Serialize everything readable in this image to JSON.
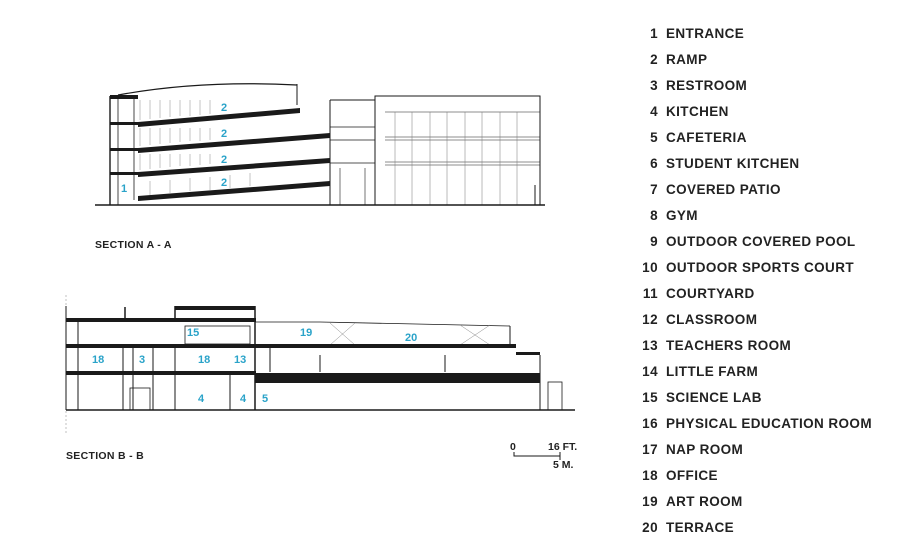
{
  "section_a": {
    "label": "SECTION A - A",
    "tags": [
      "2",
      "2",
      "2",
      "2",
      "1"
    ]
  },
  "section_b": {
    "label": "SECTION B - B",
    "tags": [
      "15",
      "19",
      "20",
      "18",
      "3",
      "18",
      "13",
      "4",
      "4",
      "5"
    ]
  },
  "scale": {
    "zero": "0",
    "feet": "16 FT.",
    "meters": "5 M."
  },
  "legend": [
    {
      "num": "1",
      "label": "ENTRANCE"
    },
    {
      "num": "2",
      "label": "RAMP"
    },
    {
      "num": "3",
      "label": "RESTROOM"
    },
    {
      "num": "4",
      "label": "KITCHEN"
    },
    {
      "num": "5",
      "label": "CAFETERIA"
    },
    {
      "num": "6",
      "label": "STUDENT KITCHEN"
    },
    {
      "num": "7",
      "label": "COVERED PATIO"
    },
    {
      "num": "8",
      "label": "GYM"
    },
    {
      "num": "9",
      "label": "OUTDOOR COVERED POOL"
    },
    {
      "num": "10",
      "label": "OUTDOOR SPORTS COURT"
    },
    {
      "num": "11",
      "label": "COURTYARD"
    },
    {
      "num": "12",
      "label": "CLASSROOM"
    },
    {
      "num": "13",
      "label": "TEACHERS ROOM"
    },
    {
      "num": "14",
      "label": "LITTLE FARM"
    },
    {
      "num": "15",
      "label": "SCIENCE LAB"
    },
    {
      "num": "16",
      "label": "PHYSICAL EDUCATION ROOM"
    },
    {
      "num": "17",
      "label": "NAP ROOM"
    },
    {
      "num": "18",
      "label": "OFFICE"
    },
    {
      "num": "19",
      "label": "ART ROOM"
    },
    {
      "num": "20",
      "label": "TERRACE"
    }
  ],
  "colors": {
    "line": "#1a1a1a",
    "tag": "#2aa3c9",
    "thin": "#666666"
  }
}
